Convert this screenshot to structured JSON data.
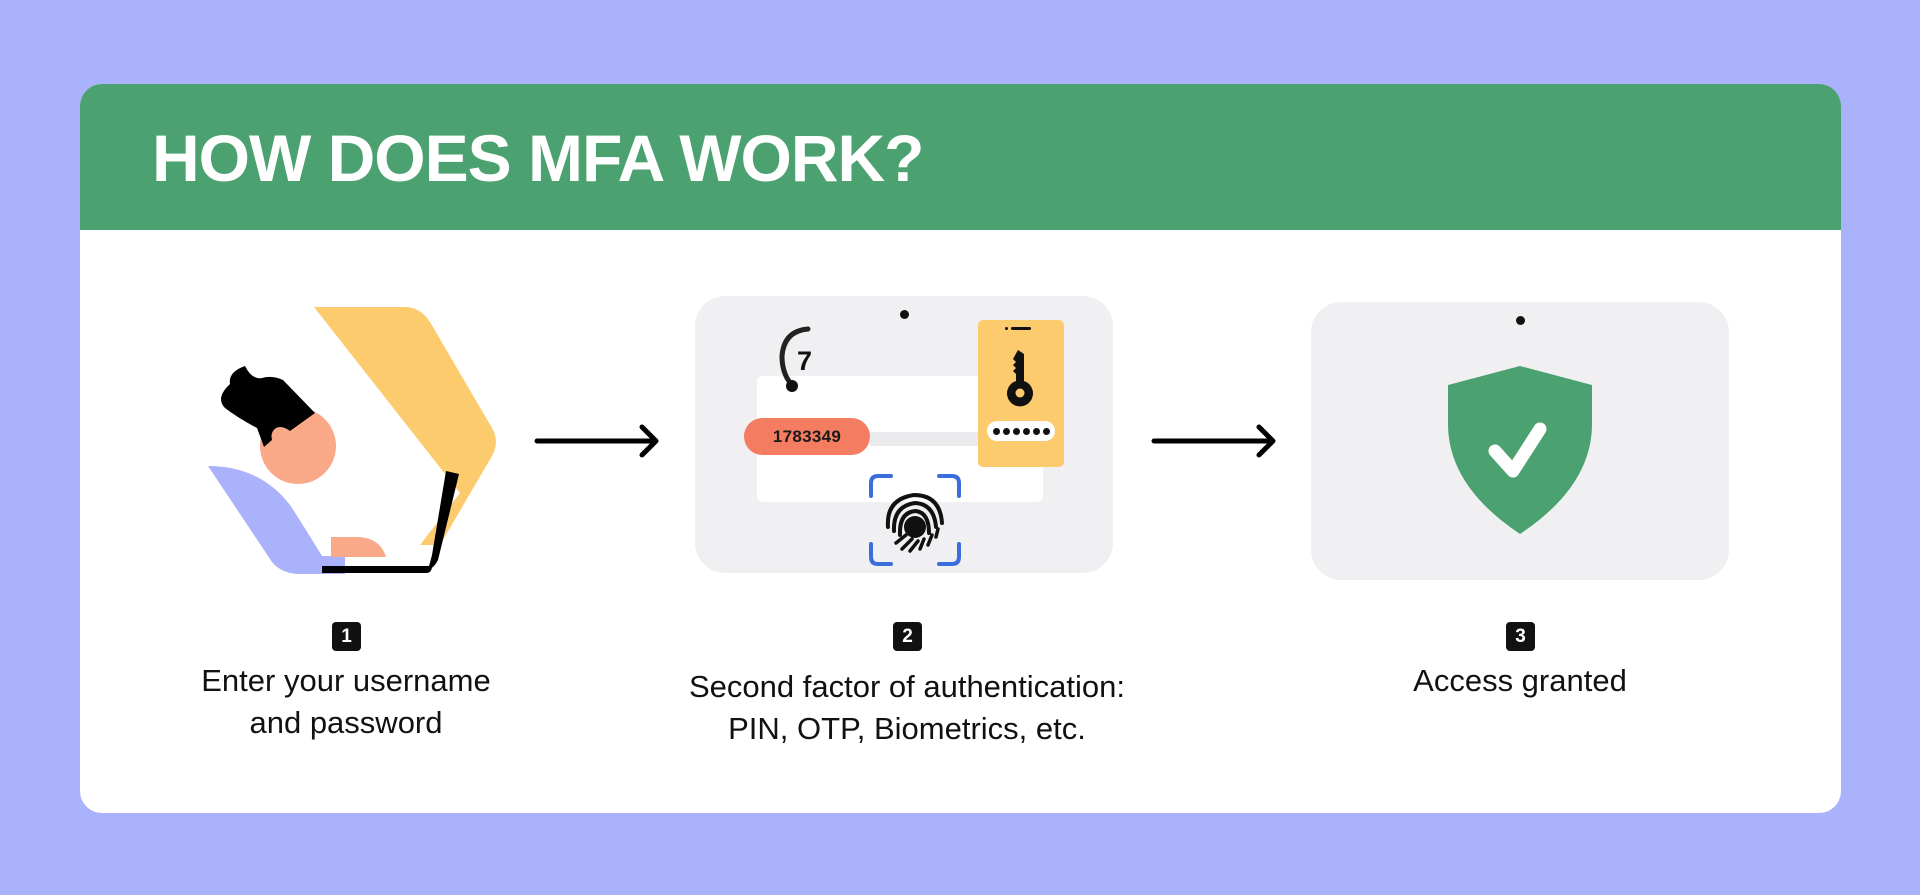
{
  "header": {
    "title": "HOW DOES MFA WORK?"
  },
  "colors": {
    "background": "#aab2fc",
    "header_green": "#4ba170",
    "card": "#ffffff",
    "tablet": "#f0f0f2",
    "otp_pill": "#f47c60",
    "phone": "#fccb6e",
    "fingerprint_frame": "#3a6edb",
    "shield": "#4ba170",
    "skin": "#f9a888",
    "shirt": "#aab2fc"
  },
  "steps": [
    {
      "number": "1",
      "icon": "user-at-laptop-illustration",
      "caption_lines": [
        "Enter your username",
        "and password"
      ]
    },
    {
      "number": "2",
      "icon": "second-factor-tablet-illustration",
      "caption_lines": [
        "Second factor of authentication:",
        "PIN, OTP, Biometrics, etc."
      ],
      "otp_code": "1783349",
      "timer_seconds": "7",
      "pin_dots": 6
    },
    {
      "number": "3",
      "icon": "shield-check-illustration",
      "caption_lines": [
        "Access granted"
      ]
    }
  ],
  "arrows": [
    "arrow-right-icon",
    "arrow-right-icon"
  ]
}
